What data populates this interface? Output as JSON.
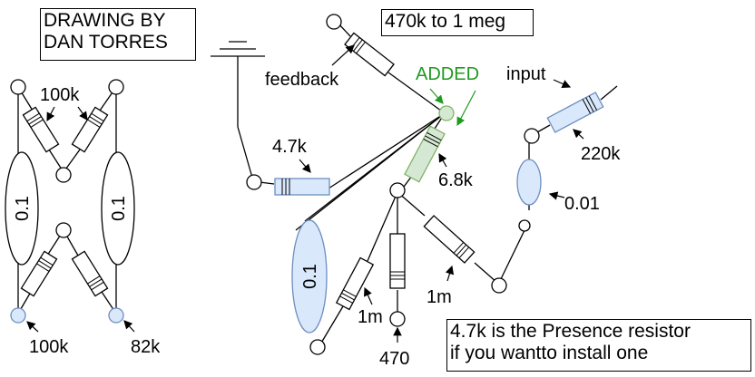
{
  "title_box": {
    "line1": "DRAWING BY",
    "line2": "DAN TORRES"
  },
  "note_top": "470k to 1 meg",
  "note_bottom": {
    "line1": "4.7k is the Presence resistor",
    "line2": "if you wantto install one"
  },
  "labels": {
    "feedback": "feedback",
    "added": "ADDED",
    "input": "input",
    "r100k_top": "100k",
    "r100k_bottom": "100k",
    "r82k": "82k",
    "r4_7k": "4.7k",
    "r6_8k": "6.8k",
    "r220k": "220k",
    "c0_01": "0.01",
    "r1m_a": "1m",
    "r1m_b": "1m",
    "r470": "470",
    "c0_1_left": "0.1",
    "c0_1_right": "0.1",
    "c0_1_mid": "0.1"
  },
  "colors": {
    "line": "#000000",
    "resistor_blue": "#dae8fc",
    "resistor_green": "#d5e8d4",
    "added_text": "#1f9a1f",
    "cap_blue": "#dae8fc"
  }
}
